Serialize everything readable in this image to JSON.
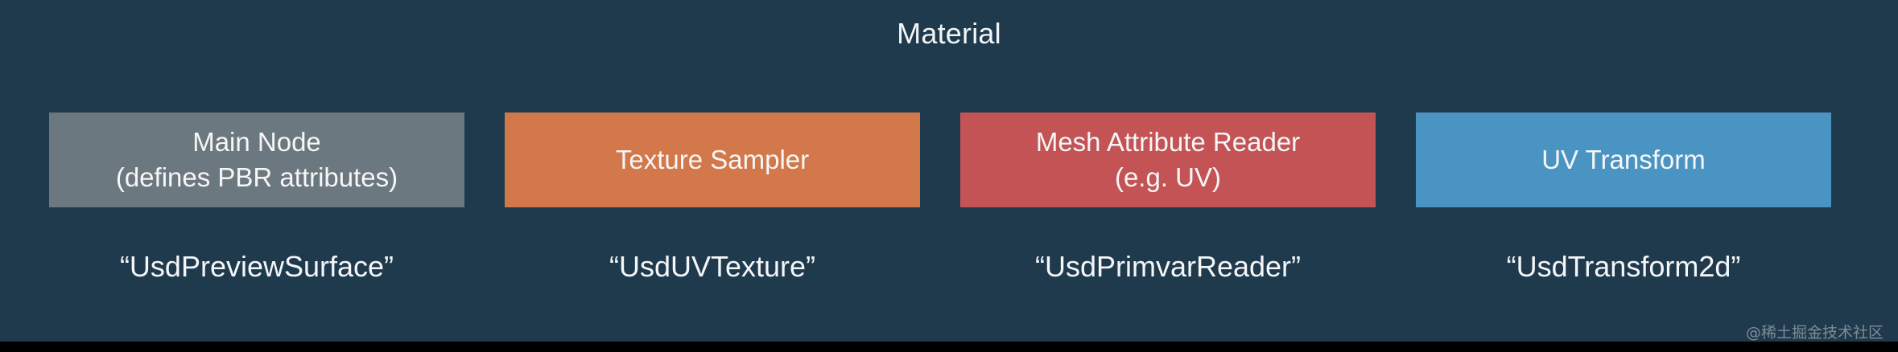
{
  "title": "Material",
  "nodes": [
    {
      "lines": [
        "Main Node",
        "(defines PBR attributes)"
      ],
      "color": "#6c7880",
      "schema": "“UsdPreviewSurface”"
    },
    {
      "lines": [
        "Texture Sampler"
      ],
      "color": "#d2784a",
      "schema": "“UsdUVTexture”"
    },
    {
      "lines": [
        "Mesh Attribute Reader",
        "(e.g. UV)"
      ],
      "color": "#c35355",
      "schema": "“UsdPrimvarReader”"
    },
    {
      "lines": [
        "UV Transform"
      ],
      "color": "#4a94c4",
      "schema": "“UsdTransform2d”"
    }
  ],
  "background": "#1f3a4d",
  "watermark": "@稀土掘金技术社区"
}
